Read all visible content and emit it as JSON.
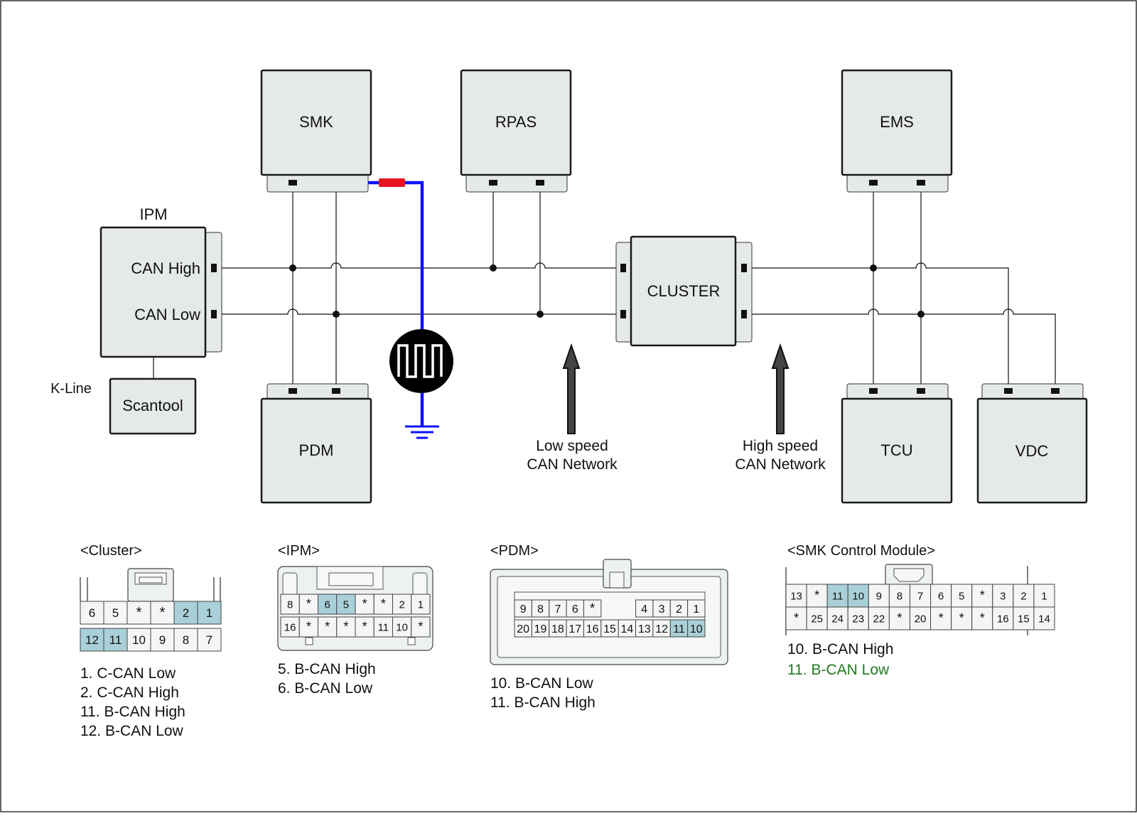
{
  "colors": {
    "module_fill": "#e6e9e9",
    "pin_highlight": "#a9d0d8",
    "probe_wire": "#1010ff",
    "probe_red": "#e8141e",
    "probe_green": "#1f8a1f",
    "green_text": "#1f7a1f"
  },
  "modules": {
    "smk": "SMK",
    "rpas": "RPAS",
    "ems": "EMS",
    "ipm": "IPM",
    "cluster": "CLUSTER",
    "pdm": "PDM",
    "tcu": "TCU",
    "vdc": "VDC",
    "scantool": "Scantool"
  },
  "labels": {
    "can_high": "CAN High",
    "can_low": "CAN Low",
    "k_line": "K-Line",
    "low_speed_1": "Low speed",
    "low_speed_2": "CAN Network",
    "high_speed_1": "High speed",
    "high_speed_2": "CAN Network"
  },
  "connectors": [
    {
      "title": "<Cluster>",
      "rows": [
        [
          "6",
          "5",
          "*",
          "*",
          "2",
          "1"
        ],
        [
          "12",
          "11",
          "10",
          "9",
          "8",
          "7"
        ]
      ],
      "highlight": [
        "2",
        "1",
        "12",
        "11"
      ],
      "notes": [
        "1. C-CAN Low",
        "2. C-CAN High",
        "11. B-CAN High",
        "12. B-CAN Low"
      ]
    },
    {
      "title": "<IPM>",
      "rows": [
        [
          "8",
          "*",
          "6",
          "5",
          "*",
          "*",
          "2",
          "1"
        ],
        [
          "16",
          "*",
          "*",
          "*",
          "*",
          "11",
          "10",
          "*"
        ]
      ],
      "highlight": [
        "6",
        "5"
      ],
      "notes": [
        "5. B-CAN High",
        "6. B-CAN Low"
      ]
    },
    {
      "title": "<PDM>",
      "rows": [
        [
          "9",
          "8",
          "7",
          "6",
          "*",
          "",
          "",
          "4",
          "3",
          "2",
          "1"
        ],
        [
          "20",
          "19",
          "18",
          "17",
          "16",
          "15",
          "14",
          "13",
          "12",
          "11",
          "10"
        ]
      ],
      "highlight": [
        "11",
        "10"
      ],
      "notes": [
        "10. B-CAN Low",
        "11. B-CAN High"
      ]
    },
    {
      "title": "<SMK Control Module>",
      "rows": [
        [
          "13",
          "*",
          "11",
          "10",
          "9",
          "8",
          "7",
          "6",
          "5",
          "*",
          "3",
          "2",
          "1"
        ],
        [
          "*",
          "25",
          "24",
          "23",
          "22",
          "*",
          "20",
          "*",
          "*",
          "*",
          "16",
          "15",
          "14"
        ]
      ],
      "highlight": [
        "11",
        "10"
      ],
      "notes": [
        "10. B-CAN High",
        "11. B-CAN Low"
      ],
      "note_colors": [
        "#111111",
        "#1f7a1f"
      ]
    }
  ]
}
